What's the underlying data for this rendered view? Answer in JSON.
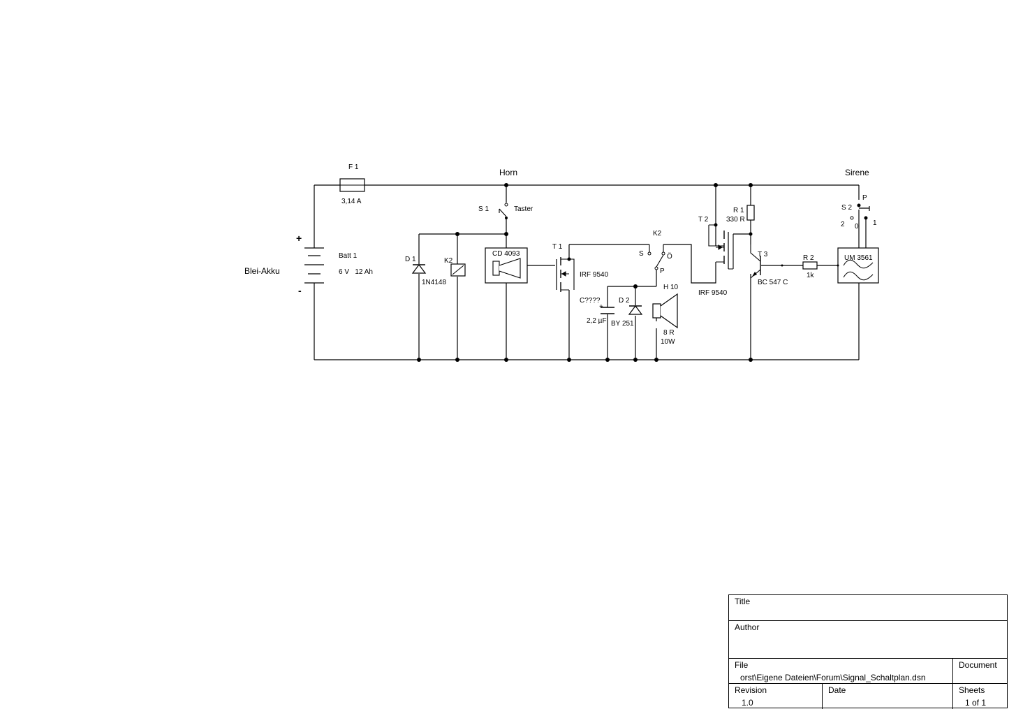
{
  "labels": {
    "fuse_ref": "F 1",
    "fuse_value": "3,14 A",
    "horn": "Horn",
    "sirene": "Sirene",
    "s1_ref": "S 1",
    "s1_name": "Taster",
    "battery_plus": "+",
    "battery_minus": "-",
    "battery_name": "Blei-Akku",
    "battery_ref": "Batt 1",
    "battery_value": "6 V   12 Ah",
    "d1_ref": "D 1",
    "d1_value": "1N4148",
    "k2_coil_ref": "K2",
    "ic_cd4093": "CD 4093",
    "t1_ref": "T 1",
    "t1_value": "IRF 9540",
    "k2_switch_ref": "K2",
    "k2_s": "S",
    "k2_o": "Ö",
    "k2_p": "P",
    "c_ref": "C????",
    "c_value": "2,2 µF",
    "c_plus": "+",
    "d2_ref": "D 2",
    "d2_value": "BY 251",
    "h10_ref": "H 10",
    "h10_ohm": "8 R",
    "h10_watt": "10W",
    "t2_ref": "T 2",
    "t2_value": "IRF 9540",
    "r1_ref": "R 1",
    "r1_value": "330 R",
    "t3_ref": "T 3",
    "t3_value": "BC 547 C",
    "r2_ref": "R 2",
    "r2_value": "1k",
    "s2_ref": "S 2",
    "s2_p": "P",
    "s2_2": "2",
    "s2_0": "0",
    "s2_1": "1",
    "ic_um3561": "UM 3561"
  },
  "title_block": {
    "title_label": "Title",
    "title_value": "",
    "author_label": "Author",
    "author_value": "",
    "file_label": "File",
    "file_value": "orst\\Eigene Dateien\\Forum\\Signal_Schaltplan.dsn",
    "document_label": "Document",
    "revision_label": "Revision",
    "revision_value": "1.0",
    "date_label": "Date",
    "date_value": "",
    "sheets_label": "Sheets",
    "sheets_value": "1 of 1"
  }
}
